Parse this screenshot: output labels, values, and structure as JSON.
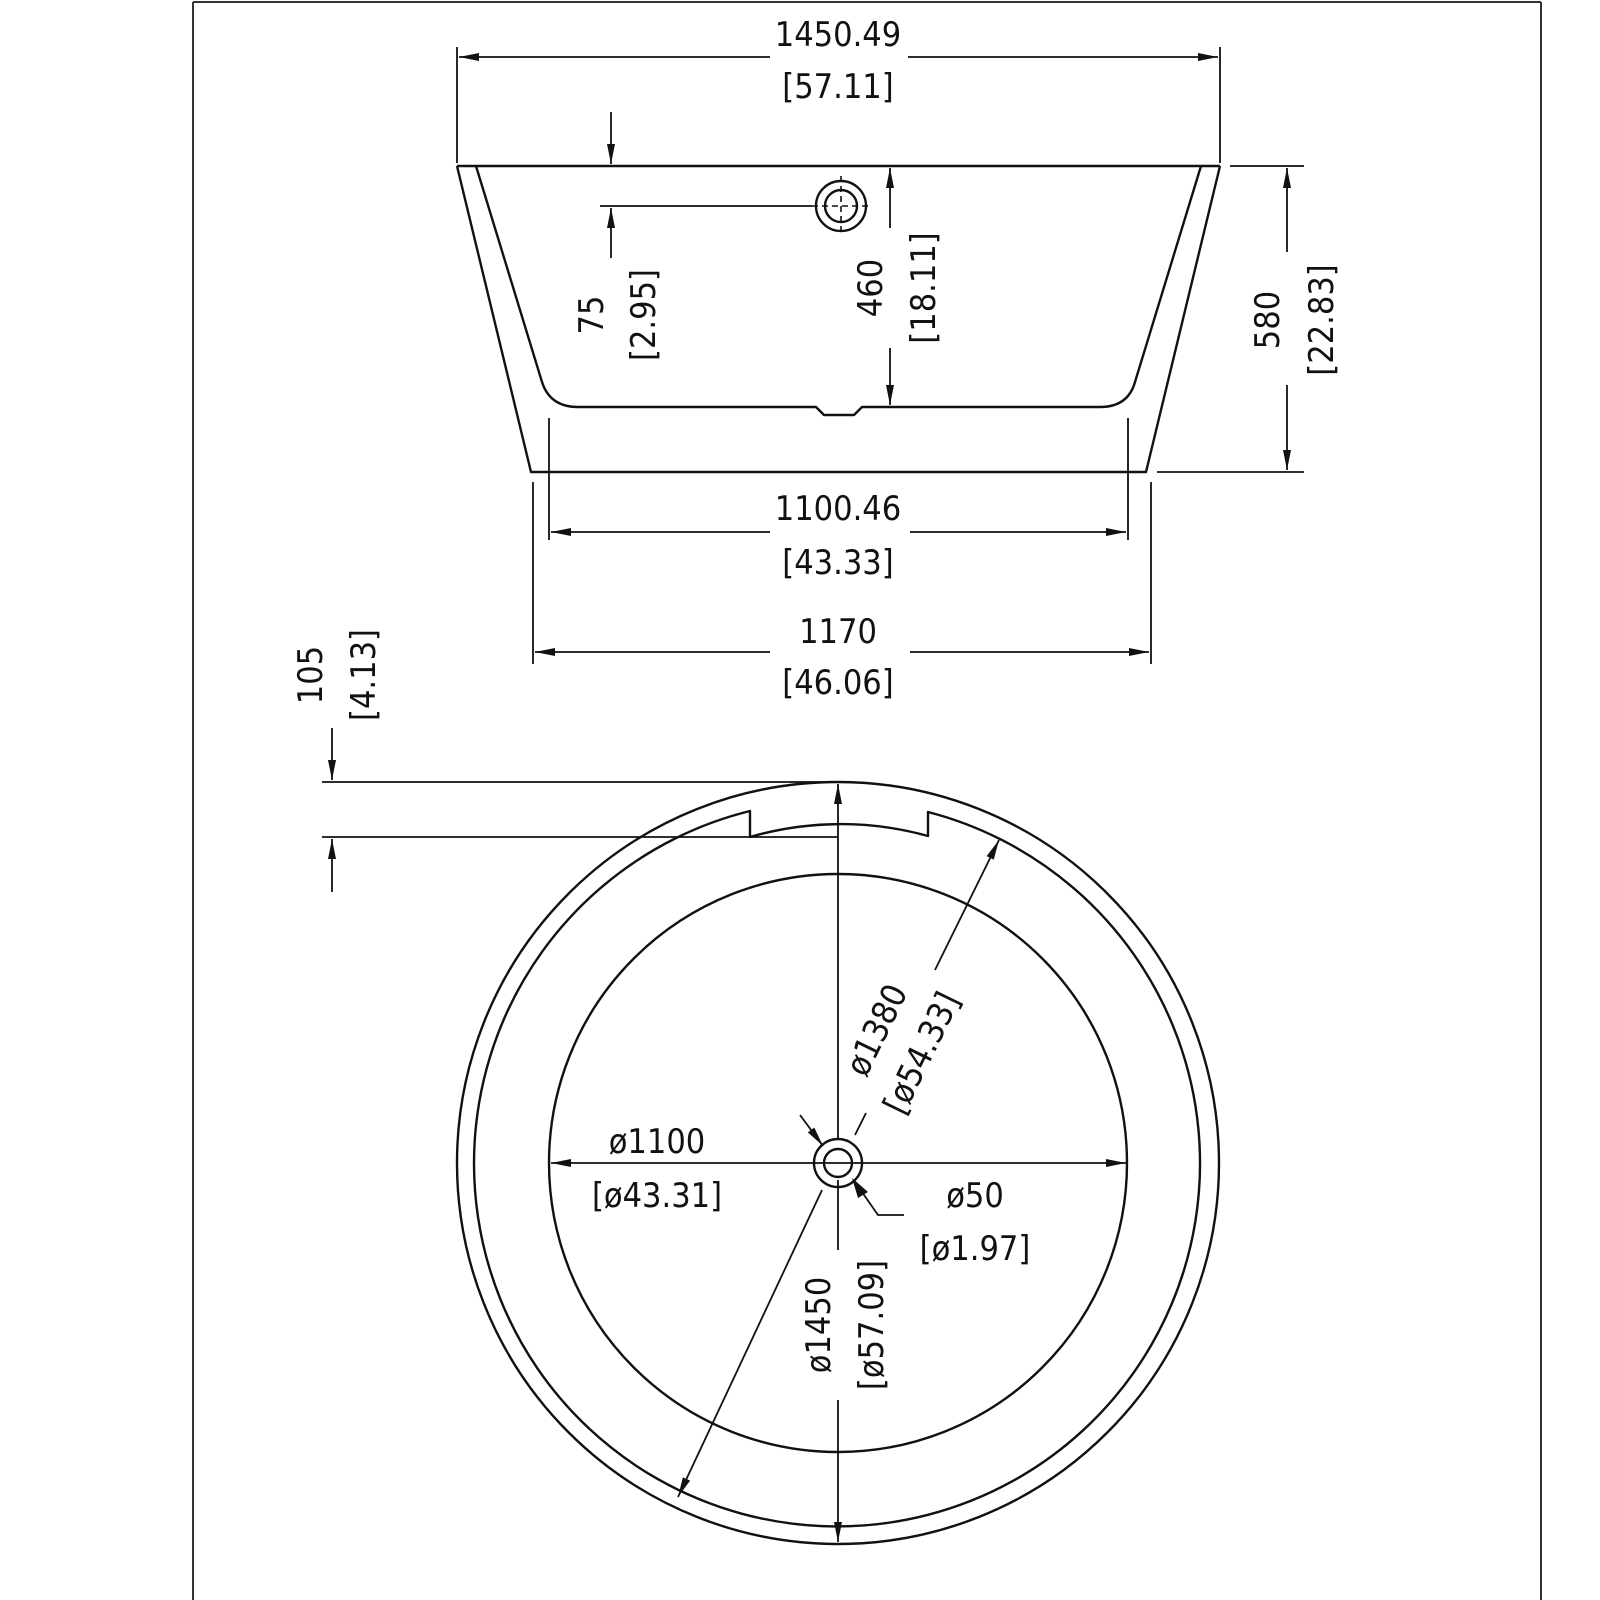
{
  "drawing": {
    "title": "Freestanding round bathtub dimension drawing",
    "units_primary": "mm",
    "units_secondary": "in",
    "line_color": "#111111",
    "background": "#ffffff"
  },
  "side_view": {
    "top_width": {
      "mm": "1450.49",
      "in": "[57.11]"
    },
    "overflow_offset": {
      "mm": "75",
      "in": "[2.95]"
    },
    "inner_depth": {
      "mm": "460",
      "in": "[18.11]"
    },
    "overall_height": {
      "mm": "580",
      "in": "[22.83]"
    },
    "inner_bottom_width": {
      "mm": "1100.46",
      "in": "[43.33]"
    },
    "base_width": {
      "mm": "1170",
      "in": "[46.06]"
    }
  },
  "plan_view": {
    "notch_depth": {
      "mm": "105",
      "in": "[4.13]"
    },
    "rim_inner_diameter": {
      "mm": "ø1380",
      "in": "[ø54.33]"
    },
    "basin_diameter": {
      "mm": "ø1100",
      "in": "[ø43.31]"
    },
    "drain_diameter": {
      "mm": "ø50",
      "in": "[ø1.97]"
    },
    "outer_diameter": {
      "mm": "ø1450",
      "in": "[ø57.09]"
    }
  }
}
